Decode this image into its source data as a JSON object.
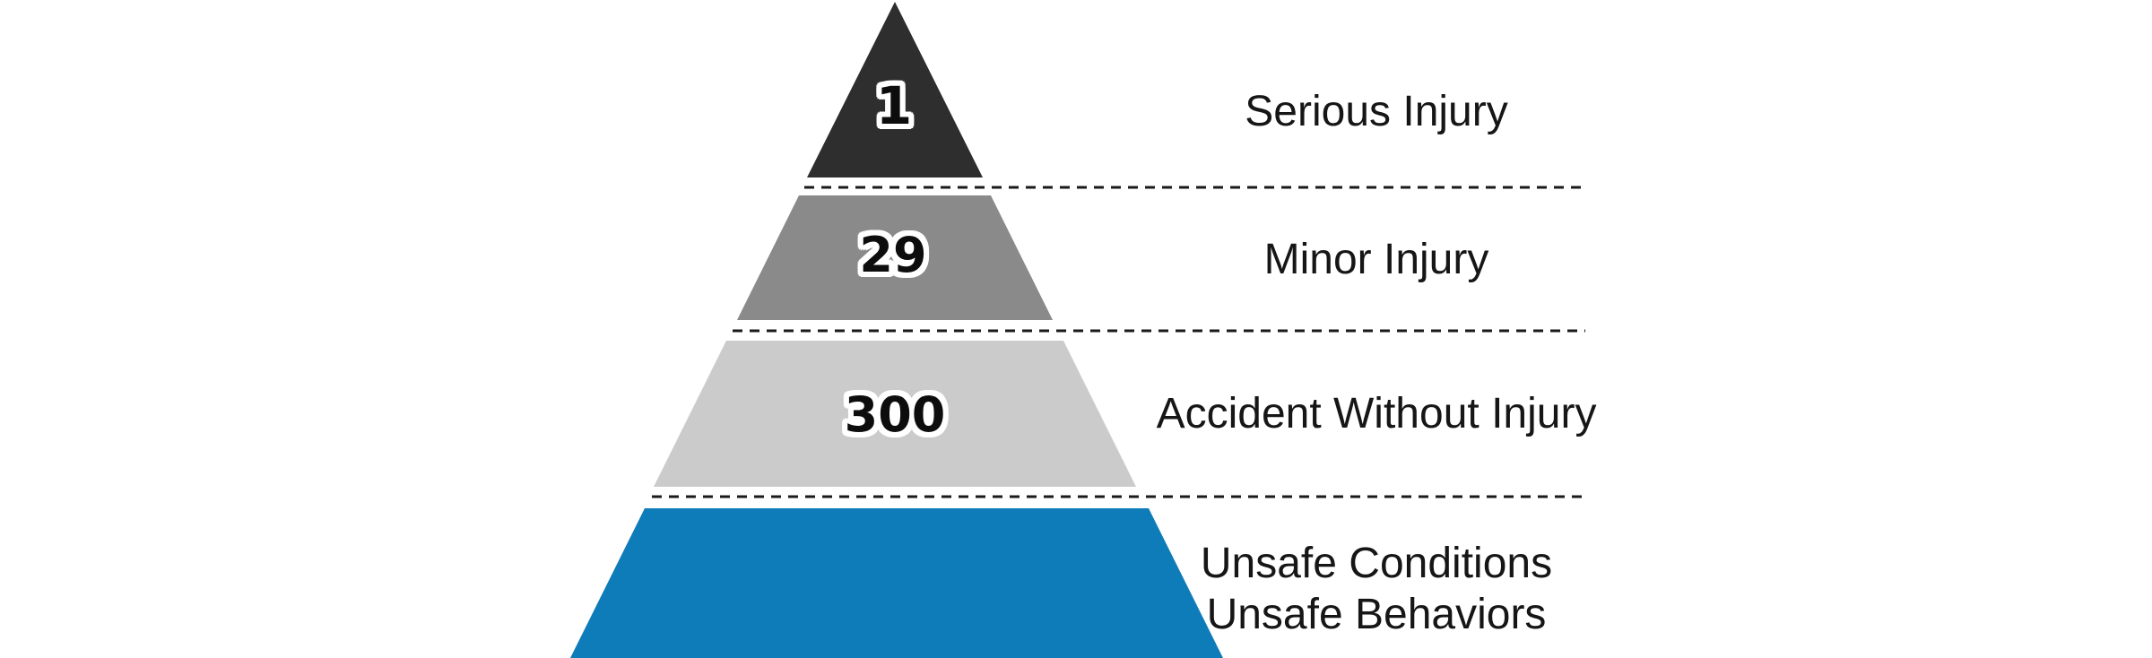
{
  "pyramid": {
    "levels": [
      {
        "value": "1",
        "label": "Serious Injury",
        "color": "#2e2e2e"
      },
      {
        "value": "29",
        "label": "Minor Injury",
        "color": "#8a8a8a"
      },
      {
        "value": "300",
        "label": "Accident Without Injury",
        "color": "#cbcbcb"
      },
      {
        "label_lines": [
          "Unsafe Conditions",
          "Unsafe Behaviors"
        ],
        "color": "#0e7cb8"
      }
    ],
    "separator_color": "#1a1a1a"
  }
}
